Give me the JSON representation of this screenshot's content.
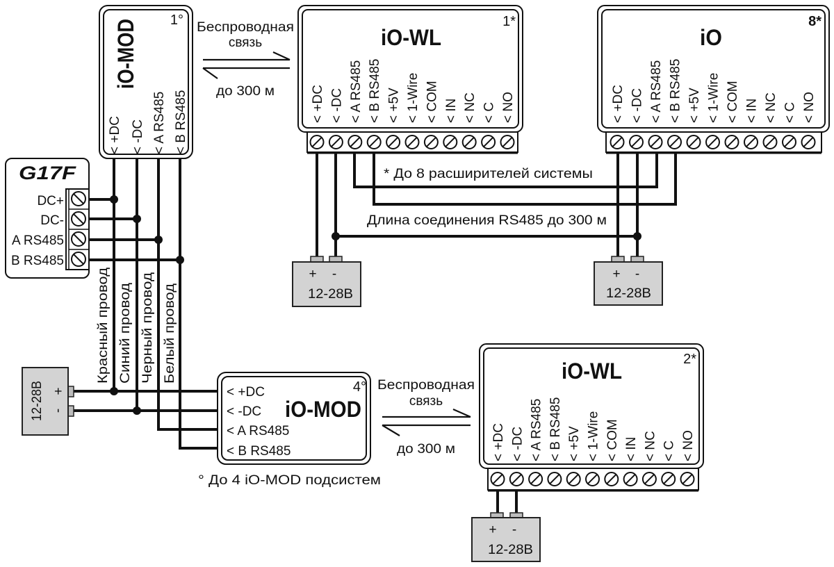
{
  "devices": {
    "iomod_1": {
      "title": "iO-MOD",
      "badge": "1°",
      "pins": [
        "< +DC",
        "< -DC",
        "< A RS485",
        "< B RS485"
      ]
    },
    "iowl_1": {
      "title": "iO-WL",
      "badge": "1*",
      "pins": [
        "< +DC",
        "< -DC",
        "< A RS485",
        "< B RS485",
        "< +5V",
        "< 1-Wire",
        "< COM",
        "< IN",
        "< NC",
        "< C",
        "< NO"
      ]
    },
    "io_8": {
      "title": "iO",
      "badge": "8*",
      "pins": [
        "< +DC",
        "< -DC",
        "< A RS485",
        "< B RS485",
        "< +5V",
        "< 1-Wire",
        "< COM",
        "< IN",
        "< NC",
        "< C",
        "< NO"
      ]
    },
    "iowl_2": {
      "title": "iO-WL",
      "badge": "2*",
      "pins": [
        "< +DC",
        "< -DC",
        "< A RS485",
        "< B RS485",
        "< +5V",
        "< 1-Wire",
        "< COM",
        "< IN",
        "< NC",
        "< C",
        "< NO"
      ]
    },
    "iomod_4": {
      "title": "iO-MOD",
      "badge": "4°",
      "pins": [
        "< +DC",
        "< -DC",
        "< A RS485",
        "< B RS485"
      ]
    },
    "g17f": {
      "title": "G17F",
      "terminals": [
        "DC+",
        "DC-",
        "A RS485",
        "B RS485"
      ]
    }
  },
  "power_supplies": [
    {
      "id": "psu-left",
      "label": "12-28В",
      "plus": "+",
      "minus": "-"
    },
    {
      "id": "psu-iowl-1",
      "label": "12-28В",
      "plus": "+",
      "minus": "-"
    },
    {
      "id": "psu-io-8",
      "label": "12-28В",
      "plus": "+",
      "minus": "-"
    },
    {
      "id": "psu-iowl-2",
      "label": "12-28В",
      "plus": "+",
      "minus": "-"
    }
  ],
  "wireless_links": [
    {
      "line1": "Беспроводная",
      "line2": "связь",
      "range": "до 300 м"
    },
    {
      "line1": "Беспроводная",
      "line2": "связь",
      "range": "до 300 м"
    }
  ],
  "wire_labels": [
    "Красный провод",
    "Синий провод",
    "Черный провод",
    "Белый провод"
  ],
  "notes": {
    "expanders": "* До 8 расширителей системы",
    "rs485_length": "Длина соединения RS485 до 300 м",
    "subsystems": "° До 4 iO-MOD подсистем"
  },
  "colors": {
    "wire": "#111111",
    "power_supply_fill": "#d3d3d3",
    "background": "#ffffff"
  }
}
